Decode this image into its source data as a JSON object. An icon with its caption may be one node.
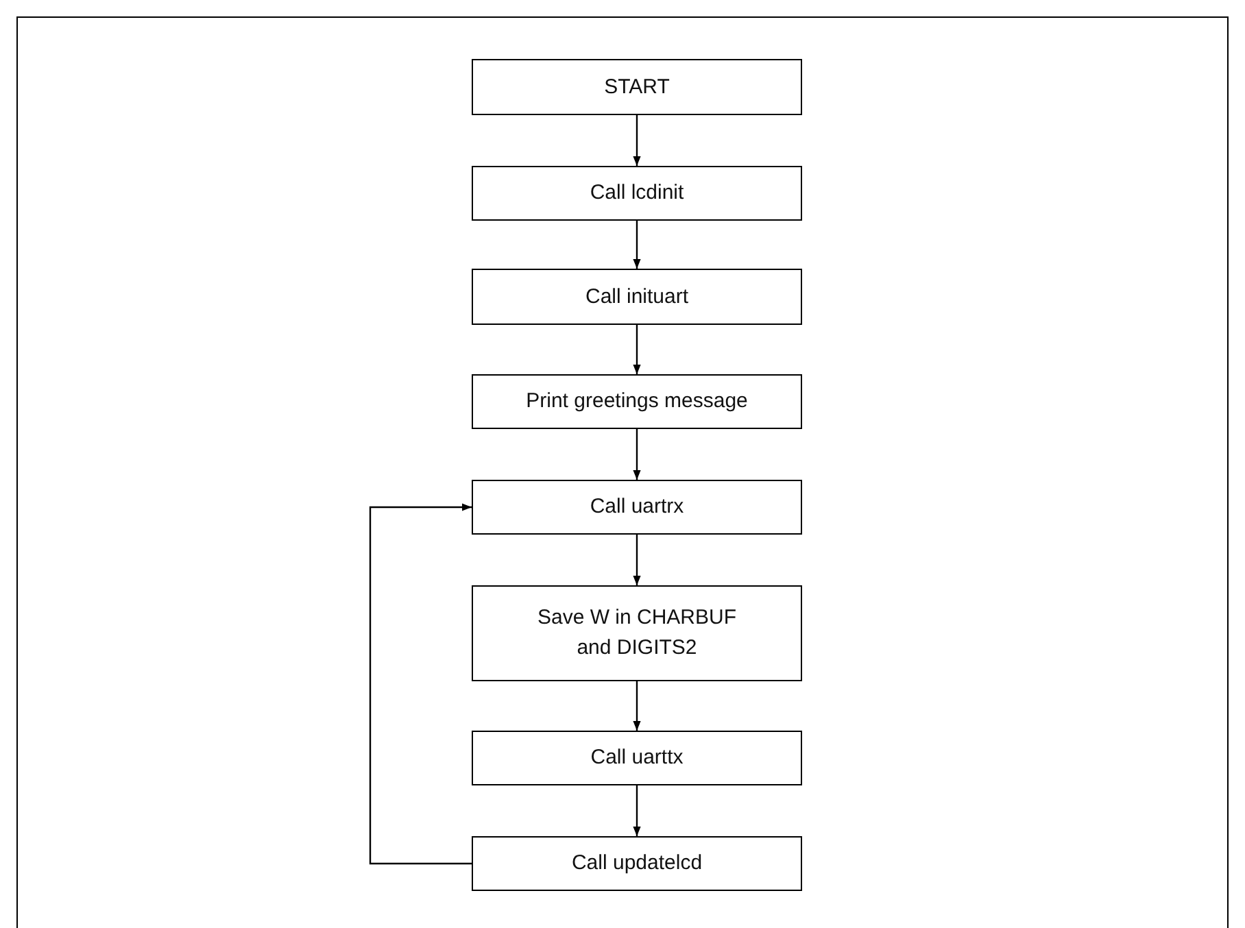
{
  "diagram": {
    "nodes": [
      {
        "text": [
          "START"
        ]
      },
      {
        "text": [
          "Call lcdinit"
        ]
      },
      {
        "text": [
          "Call inituart"
        ]
      },
      {
        "text": [
          "Print greetings message"
        ]
      },
      {
        "text": [
          "Call uartrx"
        ]
      },
      {
        "text": [
          "Save W in CHARBUF and DIGITS2"
        ]
      },
      {
        "text": [
          "Call uarttx"
        ]
      },
      {
        "text": [
          "Call updatelcd"
        ]
      }
    ],
    "edges": [
      {
        "from": 0,
        "to": 1,
        "arrow": "to"
      },
      {
        "from": 1,
        "to": 2,
        "arrow": "to"
      },
      {
        "from": 2,
        "to": 3,
        "arrow": "to"
      },
      {
        "from": 3,
        "to": 4,
        "arrow": "to"
      },
      {
        "from": 4,
        "to": 5,
        "arrow": "to"
      },
      {
        "from": 5,
        "to": 6,
        "arrow": "to"
      },
      {
        "from": 6,
        "to": 7,
        "arrow": "to"
      },
      {
        "from": 7,
        "to": 4,
        "arrow": "to"
      }
    ]
  }
}
